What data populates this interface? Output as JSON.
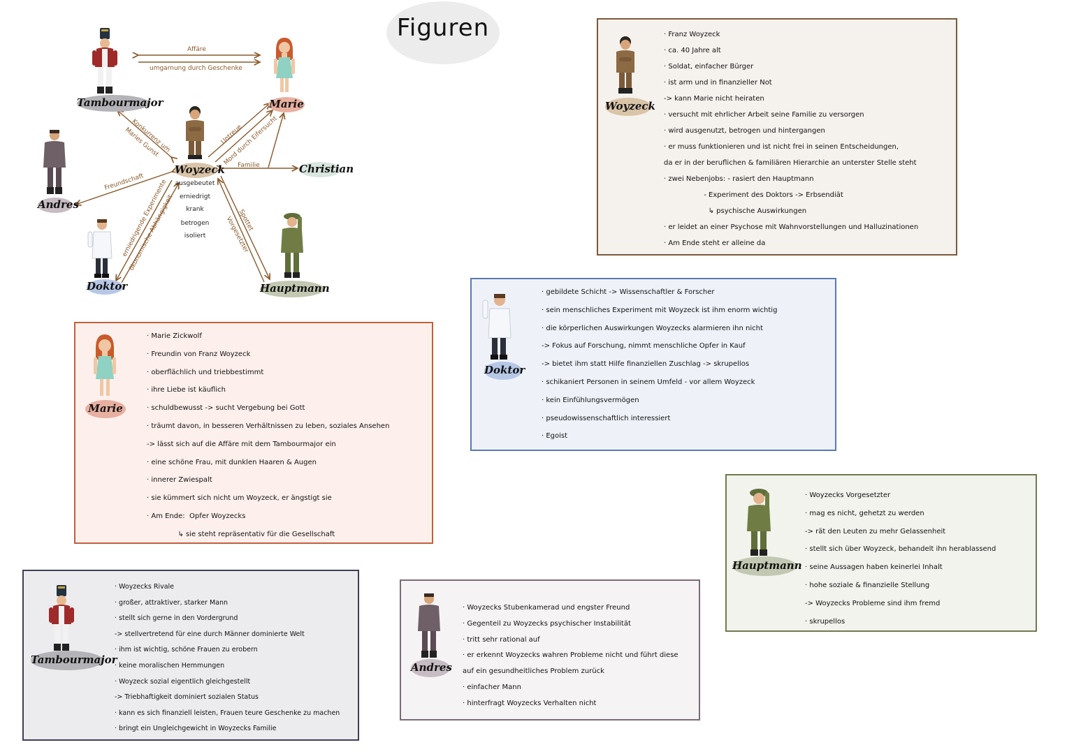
{
  "title": "Figuren",
  "colors": {
    "woyzeck": "#7a5a3c",
    "doktor": "#5a7ab0",
    "marie": "#c0603c",
    "hauptmann": "#6f7a4e",
    "tambourmajor": "#3e3e55",
    "andres": "#7a6a76",
    "relation": "#8a5a2b"
  },
  "diagram": {
    "names": {
      "tambourmajor": "Tambourmajor",
      "marie": "Marie",
      "woyzeck": "Woyzeck",
      "christian": "Christian",
      "andres": "Andres",
      "doktor": "Doktor",
      "hauptmann": "Hauptmann"
    },
    "relations": {
      "affaere": "Affäre",
      "umgarnung": "umgarnung durch Geschenke",
      "konkurrenz": "Konkurrenz um",
      "maries_gunst": "Maries Gunst",
      "untreue": "Untreue",
      "mord": "Mord durch Eifersucht",
      "familie": "Familie",
      "freundschaft": "Freundschaft",
      "experimente": "erniedrigende Experimente",
      "abhaengigkeit": "ökonomische Abhängigkeit",
      "spottet": "Spottet",
      "vorgesetzter": "Vorgesetzter"
    },
    "traits": [
      "ausgebeutet",
      "erniedrigt",
      "krank",
      "betrogen",
      "isoliert"
    ]
  },
  "cards": {
    "woyzeck": {
      "name": "Woyzeck",
      "lines": [
        "· Franz Woyzeck",
        "· ca. 40 Jahre alt",
        "· Soldat, einfacher Bürger",
        "· ist arm und in finanzieller Not",
        "  -> kann Marie nicht heiraten",
        "· versucht mit ehrlicher Arbeit seine Familie zu versorgen",
        "· wird ausgenutzt, betrogen und hintergangen",
        "· er muss funktionieren und ist nicht frei in seinen Entscheidungen,",
        "  da er in der beruflichen & familiären Hierarchie an unterster Stelle steht",
        "· zwei Nebenjobs: - rasiert den Hauptmann",
        "                  - Experiment des Doktors -> Erbsendiät",
        "                    ↳ psychische Auswirkungen",
        "· er leidet an einer Psychose mit Wahnvorstellungen und Halluzinationen",
        "· Am Ende steht er alleine da"
      ]
    },
    "doktor": {
      "name": "Doktor",
      "lines": [
        "· gebildete Schicht -> Wissenschaftler & Forscher",
        "· sein menschliches Experiment mit Woyzeck ist ihm enorm wichtig",
        "· die körperlichen Auswirkungen Woyzecks alarmieren ihn nicht",
        "  -> Fokus auf Forschung, nimmt menschliche Opfer in Kauf",
        "  -> bietet ihm statt Hilfe finanziellen Zuschlag -> skrupellos",
        "· schikaniert Personen in seinem Umfeld - vor allem Woyzeck",
        "· kein Einfühlungsvermögen",
        "· pseudowissenschaftlich interessiert",
        "· Egoist"
      ]
    },
    "marie": {
      "name": "Marie",
      "lines": [
        "· Marie Zickwolf",
        "· Freundin von Franz Woyzeck",
        "· oberflächlich und triebbestimmt",
        "· ihre Liebe ist käuflich",
        "· schuldbewusst -> sucht Vergebung bei Gott",
        "· träumt davon, in besseren Verhältnissen zu leben, soziales Ansehen",
        "  -> lässt sich auf die Affäre mit dem Tambourmajor ein",
        "· eine schöne Frau, mit dunklen Haaren & Augen",
        "· innerer Zwiespalt",
        "· sie kümmert sich nicht um Woyzeck, er ängstigt sie",
        "· Am Ende:  Opfer Woyzecks",
        "              ↳ sie steht repräsentativ für die Gesellschaft"
      ]
    },
    "hauptmann": {
      "name": "Hauptmann",
      "lines": [
        "· Woyzecks Vorgesetzter",
        "· mag es nicht, gehetzt zu werden",
        "  -> rät den Leuten zu mehr Gelassenheit",
        "· stellt sich über Woyzeck, behandelt ihn herablassend",
        "· seine Aussagen haben keinerlei Inhalt",
        "· hohe soziale & finanzielle Stellung",
        "  -> Woyzecks Probleme sind ihm fremd",
        "· skrupellos"
      ]
    },
    "tambourmajor": {
      "name": "Tambourmajor",
      "lines": [
        "· Woyzecks Rivale",
        "· großer, attraktiver, starker Mann",
        "· stellt sich gerne in den Vordergrund",
        "  -> stellvertretend für eine durch Männer dominierte Welt",
        "· ihm ist wichtig, schöne Frauen zu erobern",
        "· keine moralischen Hemmungen",
        "· Woyzeck sozial eigentlich gleichgestellt",
        "  -> Triebhaftigkeit dominiert sozialen Status",
        "· kann es sich finanziell leisten, Frauen teure Geschenke zu machen",
        "· bringt ein Ungleichgewicht in Woyzecks Familie"
      ]
    },
    "andres": {
      "name": "Andres",
      "lines": [
        "· Woyzecks Stubenkamerad und engster Freund",
        "· Gegenteil zu Woyzecks psychischer Instabilität",
        "· tritt sehr rational auf",
        "· er erkennt Woyzecks wahren Probleme nicht und führt diese",
        "  auf ein gesundheitliches Problem zurück",
        "· einfacher Mann",
        "· hinterfragt Woyzecks Verhalten nicht"
      ]
    }
  }
}
